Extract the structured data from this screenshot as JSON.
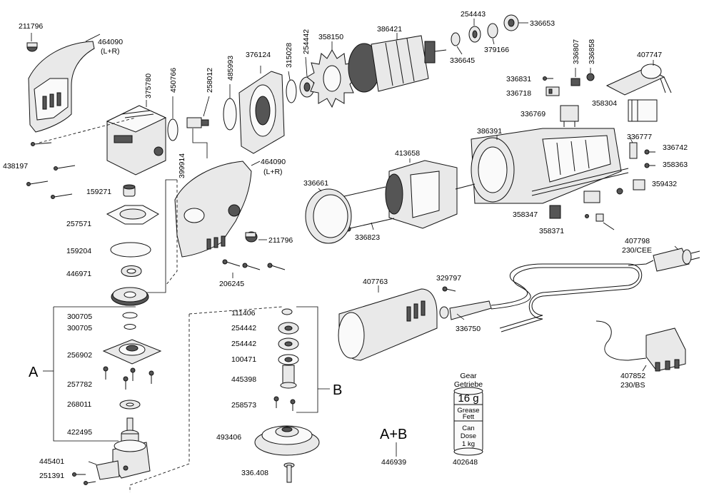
{
  "parts": {
    "p211796a": "211796",
    "p464090a": "464090",
    "p464090a_note": "(L+R)",
    "p375780": "375780",
    "p450766": "450766",
    "p258012": "258012",
    "p485993": "485993",
    "p376124": "376124",
    "p315028": "315028",
    "p254442a": "254442",
    "p358150": "358150",
    "p386421": "386421",
    "p254443": "254443",
    "p336645": "336645",
    "p379166": "379166",
    "p336653": "336653",
    "p336807": "336807",
    "p336858": "336858",
    "p407747": "407747",
    "p336831": "336831",
    "p336718": "336718",
    "p358304": "358304",
    "p336769": "336769",
    "p386391": "386391",
    "p336777": "336777",
    "p336742": "336742",
    "p358363": "358363",
    "p359432": "359432",
    "p438197": "438197",
    "p399914": "399914",
    "p464090b": "464090",
    "p464090b_note": "(L+R)",
    "p413658": "413658",
    "p336661": "336661",
    "p159271": "159271",
    "p257571": "257571",
    "p336823": "336823",
    "p358347": "358347",
    "p358371": "358371",
    "p211796b": "211796",
    "p159204": "159204",
    "p407798": "407798",
    "p407798_note": "230/CEE",
    "p446971": "446971",
    "p206245": "206245",
    "p329797": "329797",
    "p407763": "407763",
    "p111406": "111406",
    "p336750": "336750",
    "p300705a": "300705",
    "p300705b": "300705",
    "p254442b": "254442",
    "p254442c": "254442",
    "p256902": "256902",
    "p100471": "100471",
    "p257782": "257782",
    "p445398": "445398",
    "p407852": "407852",
    "p407852_note": "230/BS",
    "p268011": "268011",
    "p258573": "258573",
    "p422495": "422495",
    "p493406": "493406",
    "p445401": "445401",
    "p251391": "251391",
    "p336408": "336.408",
    "p446939": "446939",
    "p402648": "402648"
  },
  "groups": {
    "a": "A",
    "b": "B",
    "ab": "A+B"
  },
  "grease_can": {
    "title_line1": "Gear",
    "title_line2": "Getriebe",
    "weight": "16 g",
    "label1": "Grease",
    "label2": "Fett",
    "label3": "Can",
    "label4": "Dose",
    "label5": "1 kg"
  }
}
